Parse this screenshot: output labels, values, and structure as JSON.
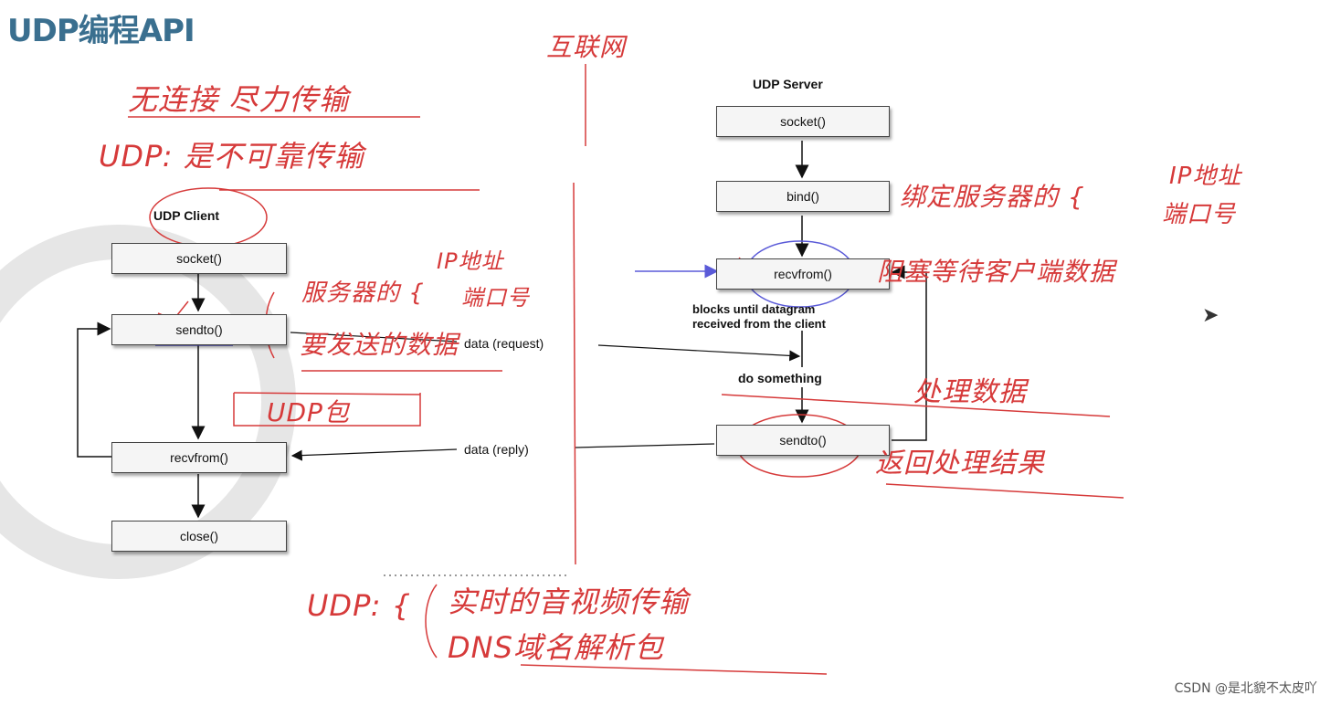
{
  "title": "UDP编程API",
  "client": {
    "title": "UDP Client",
    "socket": "socket()",
    "sendto": "sendto()",
    "recvfrom": "recvfrom()",
    "close": "close()"
  },
  "server": {
    "title": "UDP Server",
    "socket": "socket()",
    "bind": "bind()",
    "recvfrom": "recvfrom()",
    "blocks_line1": "blocks until datagram",
    "blocks_line2": "received from the client",
    "do_something": "do something",
    "sendto": "sendto()"
  },
  "arrows": {
    "request": "data (request)",
    "reply": "data (reply)"
  },
  "notes": {
    "internet": "互联网",
    "no_connection": "无连接 尽力传输",
    "unreliable": "UDP: 是不可靠传输",
    "server_info": "服务器的 {",
    "ip_addr": "IP地址",
    "port": "端口号",
    "data_to_send": "要发送的数据",
    "udp_packet": "UDP包",
    "bind_note": "绑定服务器的 {",
    "bind_ip": "IP地址",
    "bind_port": "端口号",
    "wait_client": "阻塞等待客户端数据",
    "process": "处理数据",
    "return_result": "返回处理结果",
    "udp_uses_label": "UDP: {",
    "use1": "实时的音视频传输",
    "use2": "DNS域名解析包"
  },
  "watermark": "CSDN @是北貌不太皮吖",
  "colors": {
    "pen": "#d63a3a",
    "blue_pen": "#5a5ad8",
    "title": "#3a6f8f"
  }
}
